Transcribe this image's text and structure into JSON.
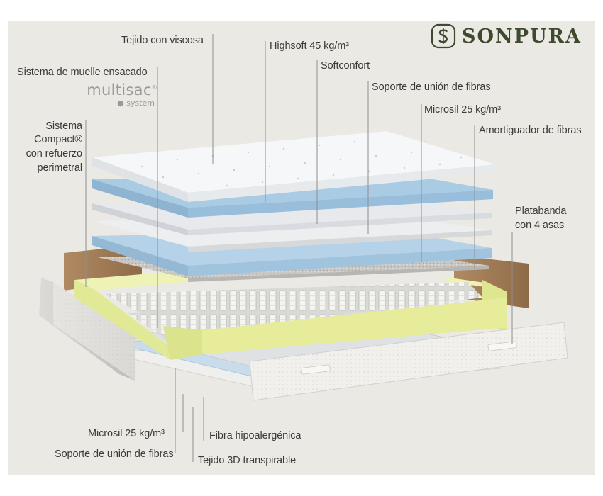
{
  "brand": {
    "name": "SONPURA",
    "logo_icon": "s-emblem-icon",
    "color": "#3e4a2e"
  },
  "background": "#ebe9e4",
  "labels": {
    "tejido_viscosa": "Tejido con viscosa",
    "highsoft": "Highsoft 45 kg/m³",
    "softconfort": "Softconfort",
    "soporte_top": "Soporte de unión de fibras",
    "microsil_top": "Microsil 25 kg/m³",
    "amortiguador": "Amortiguador de fibras",
    "muelle": "Sistema de muelle ensacado",
    "multisac": "multisac",
    "multisac_reg": "®",
    "multisac_sub": "● system",
    "compact_1": "Sistema",
    "compact_2": "Compact®",
    "compact_3": "con refuerzo",
    "compact_4": "perimetral",
    "platabanda_1": "Platabanda",
    "platabanda_2": "con 4 asas",
    "microsil_bottom": "Microsil 25 kg/m³",
    "soporte_bottom": "Soporte de unión de fibras",
    "fibra": "Fibra hipoalergénica",
    "tejido_3d": "Tejido 3D transpirable"
  },
  "colors": {
    "top_fabric": "#f4f6f7",
    "blue_layer": "#a9cbe4",
    "grey_layer": "#e6e8ea",
    "yellow_foam": "#e6ec9a",
    "side_band": "#ecebe8",
    "base_wood": "#a6825c"
  }
}
